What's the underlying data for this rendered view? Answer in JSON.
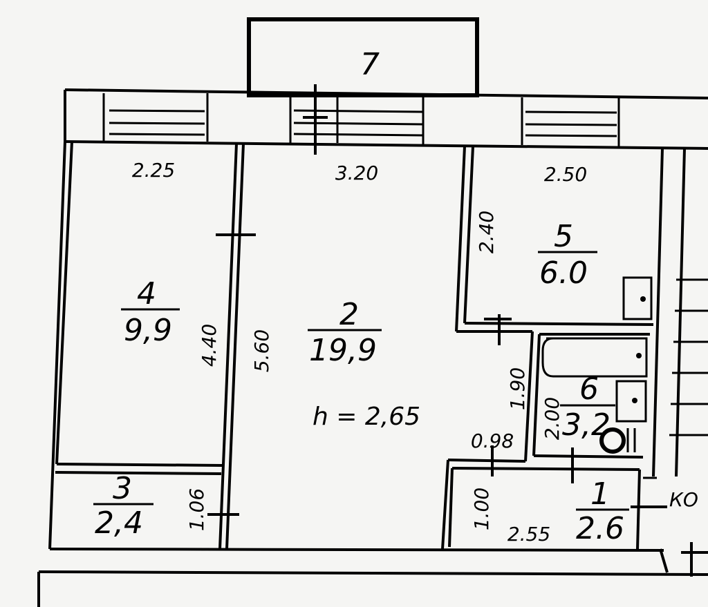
{
  "rooms": {
    "r1": {
      "num": "1",
      "area": "2.6"
    },
    "r2": {
      "num": "2",
      "area": "19,9"
    },
    "r3": {
      "num": "3",
      "area": "2,4"
    },
    "r4": {
      "num": "4",
      "area": "9,9"
    },
    "r5": {
      "num": "5",
      "area": "6.0"
    },
    "r6": {
      "num": "6",
      "area": "3,2"
    },
    "r7": {
      "num": "7"
    }
  },
  "dims": {
    "d225": "2.25",
    "d320": "3.20",
    "d250": "2.50",
    "d240": "2.40",
    "d440": "4.40",
    "d560": "5.60",
    "d190": "1.90",
    "d200": "2.00",
    "d098": "0.98",
    "d106": "1.06",
    "d100": "1.00",
    "d255": "2.55"
  },
  "labels": {
    "height": "h = 2,65",
    "ko": "КО"
  }
}
